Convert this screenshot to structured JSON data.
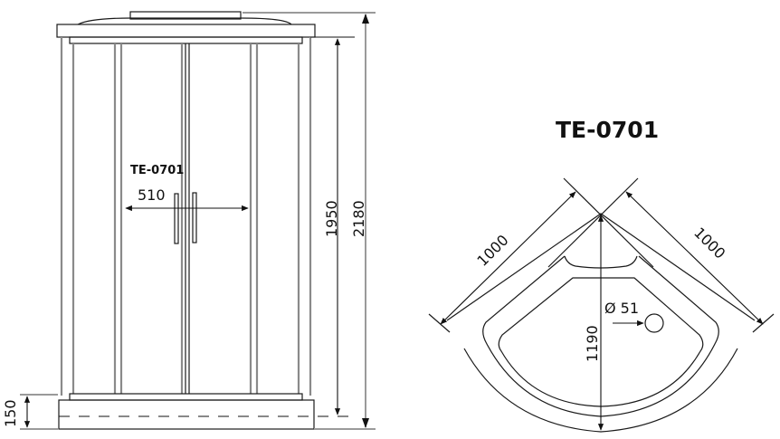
{
  "front_view": {
    "model_label": "TE-0701",
    "door_width": "510",
    "inner_height": "1950",
    "total_height": "2180",
    "tray_height": "150"
  },
  "top_view": {
    "title": "TE-0701",
    "side_left": "1000",
    "side_right": "1000",
    "depth": "1190",
    "drain_diameter": "Ø 51"
  },
  "colors": {
    "line": "#1a1a1a",
    "frame_gray": "#8a8a8a",
    "background": "#ffffff"
  }
}
